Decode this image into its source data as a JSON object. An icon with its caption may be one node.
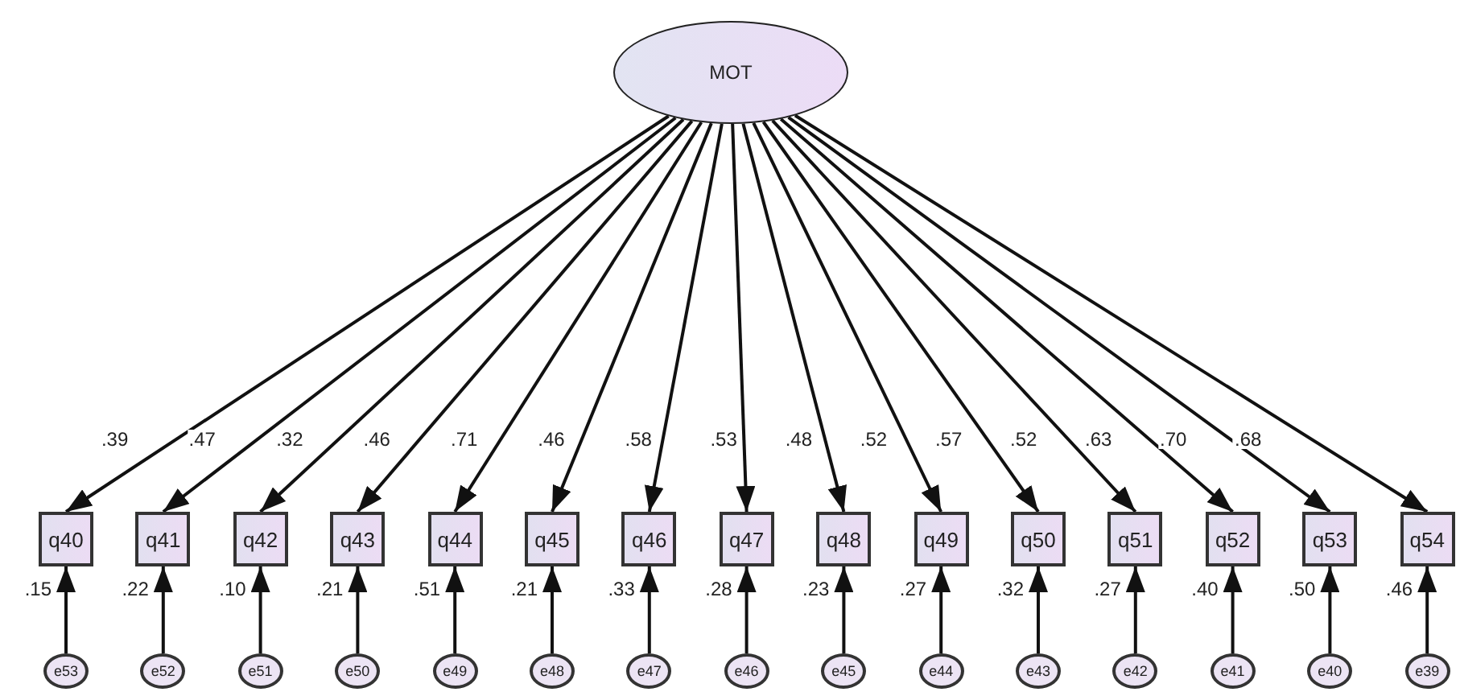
{
  "diagram": {
    "nodes": [
      {
        "text": [
          "MOT"
        ]
      },
      {
        "text": [
          "q40"
        ],
        "beside": [
          ".15"
        ]
      },
      {
        "text": [
          "q41"
        ],
        "beside": [
          ".22"
        ]
      },
      {
        "text": [
          "q42"
        ],
        "beside": [
          ".10"
        ]
      },
      {
        "text": [
          "q43"
        ],
        "beside": [
          ".21"
        ]
      },
      {
        "text": [
          "q44"
        ],
        "beside": [
          ".51"
        ]
      },
      {
        "text": [
          "q45"
        ],
        "beside": [
          ".21"
        ]
      },
      {
        "text": [
          "q46"
        ],
        "beside": [
          ".33"
        ]
      },
      {
        "text": [
          "q47"
        ],
        "beside": [
          ".28"
        ]
      },
      {
        "text": [
          "q48"
        ],
        "beside": [
          ".23"
        ]
      },
      {
        "text": [
          "q49"
        ],
        "beside": [
          ".27"
        ]
      },
      {
        "text": [
          "q50"
        ],
        "beside": [
          ".32"
        ]
      },
      {
        "text": [
          "q51"
        ],
        "beside": [
          ".27"
        ]
      },
      {
        "text": [
          "q52"
        ],
        "beside": [
          ".40"
        ]
      },
      {
        "text": [
          "q53"
        ],
        "beside": [
          ".50"
        ]
      },
      {
        "text": [
          "q54"
        ],
        "beside": [
          ".46"
        ]
      },
      {
        "text": [
          "e53"
        ]
      },
      {
        "text": [
          "e52"
        ]
      },
      {
        "text": [
          "e51"
        ]
      },
      {
        "text": [
          "e50"
        ]
      },
      {
        "text": [
          "e49"
        ]
      },
      {
        "text": [
          "e48"
        ]
      },
      {
        "text": [
          "e47"
        ]
      },
      {
        "text": [
          "e46"
        ]
      },
      {
        "text": [
          "e45"
        ]
      },
      {
        "text": [
          "e44"
        ]
      },
      {
        "text": [
          "e43"
        ]
      },
      {
        "text": [
          "e42"
        ]
      },
      {
        "text": [
          "e41"
        ]
      },
      {
        "text": [
          "e40"
        ]
      },
      {
        "text": [
          "e39"
        ]
      }
    ],
    "edges": [
      {
        "from": 0,
        "to": 1,
        "arrow": "to",
        "label": ".39"
      },
      {
        "from": 0,
        "to": 2,
        "arrow": "to",
        "label": ".47"
      },
      {
        "from": 0,
        "to": 3,
        "arrow": "to",
        "label": ".32"
      },
      {
        "from": 0,
        "to": 4,
        "arrow": "to",
        "label": ".46"
      },
      {
        "from": 0,
        "to": 5,
        "arrow": "to",
        "label": ".71"
      },
      {
        "from": 0,
        "to": 6,
        "arrow": "to",
        "label": ".46"
      },
      {
        "from": 0,
        "to": 7,
        "arrow": "to",
        "label": ".58"
      },
      {
        "from": 0,
        "to": 8,
        "arrow": "to",
        "label": ".53"
      },
      {
        "from": 0,
        "to": 9,
        "arrow": "to",
        "label": ".48"
      },
      {
        "from": 0,
        "to": 10,
        "arrow": "to",
        "label": ".52"
      },
      {
        "from": 0,
        "to": 11,
        "arrow": "to",
        "label": ".57"
      },
      {
        "from": 0,
        "to": 12,
        "arrow": "to",
        "label": ".52"
      },
      {
        "from": 0,
        "to": 13,
        "arrow": "to",
        "label": ".63"
      },
      {
        "from": 0,
        "to": 14,
        "arrow": "to",
        "label": ".70"
      },
      {
        "from": 0,
        "to": 15,
        "arrow": "to",
        "label": ".68"
      },
      {
        "from": 16,
        "to": 1,
        "arrow": "to"
      },
      {
        "from": 17,
        "to": 2,
        "arrow": "to"
      },
      {
        "from": 18,
        "to": 3,
        "arrow": "to"
      },
      {
        "from": 19,
        "to": 4,
        "arrow": "to"
      },
      {
        "from": 20,
        "to": 5,
        "arrow": "to"
      },
      {
        "from": 21,
        "to": 6,
        "arrow": "to"
      },
      {
        "from": 22,
        "to": 7,
        "arrow": "to"
      },
      {
        "from": 23,
        "to": 8,
        "arrow": "to"
      },
      {
        "from": 24,
        "to": 9,
        "arrow": "to"
      },
      {
        "from": 25,
        "to": 10,
        "arrow": "to"
      },
      {
        "from": 26,
        "to": 11,
        "arrow": "to"
      },
      {
        "from": 27,
        "to": 12,
        "arrow": "to"
      },
      {
        "from": 28,
        "to": 13,
        "arrow": "to"
      },
      {
        "from": 29,
        "to": 14,
        "arrow": "to"
      },
      {
        "from": 30,
        "to": 15,
        "arrow": "to"
      }
    ]
  }
}
